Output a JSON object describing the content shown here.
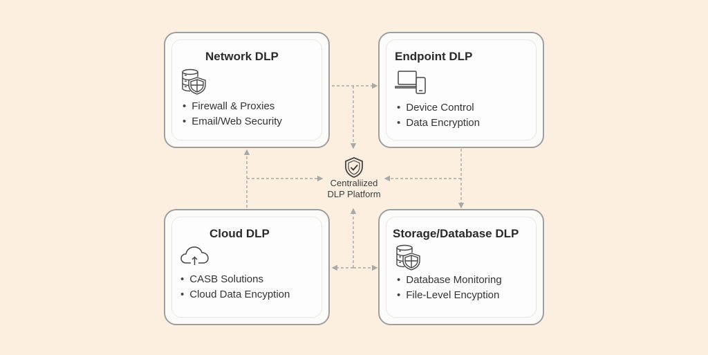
{
  "colors": {
    "background": "#fcefdf",
    "card_fill": "#fbfbfa",
    "card_border": "#9e9e9e",
    "connector": "#a8a8a8",
    "text": "#2b2b2b"
  },
  "center": {
    "icon": "shield-check-icon",
    "label_line1": "Centraliized",
    "label_line2": "DLP Platform"
  },
  "cards": {
    "network": {
      "title": "Network DLP",
      "icon": "database-shield-icon",
      "items": [
        "Firewall & Proxies",
        "Email/Web Security"
      ]
    },
    "endpoint": {
      "title": "Endpoint DLP",
      "icon": "laptop-phone-icon",
      "items": [
        "Device Control",
        "Data Encryption"
      ]
    },
    "cloud": {
      "title": "Cloud DLP",
      "icon": "cloud-upload-icon",
      "items": [
        "CASB Solutions",
        "Cloud Data Encyption"
      ]
    },
    "storage": {
      "title": "Storage/Database DLP",
      "icon": "database-shield-icon",
      "items": [
        "Database Monitoring",
        "File-Level Encyption"
      ]
    }
  }
}
